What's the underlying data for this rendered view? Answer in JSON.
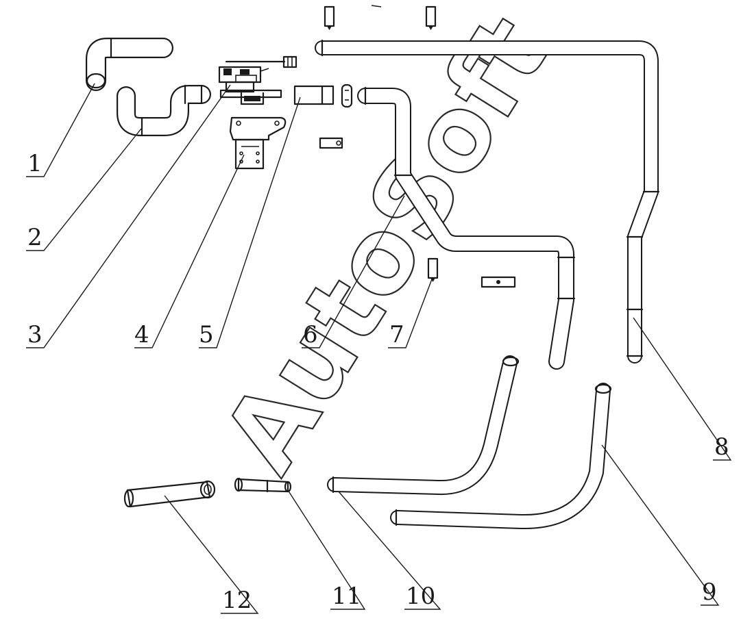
{
  "watermark": "AutoSoft",
  "callouts": [
    {
      "id": "1",
      "label": "1"
    },
    {
      "id": "2",
      "label": "2"
    },
    {
      "id": "3",
      "label": "3"
    },
    {
      "id": "4",
      "label": "4"
    },
    {
      "id": "5",
      "label": "5"
    },
    {
      "id": "6",
      "label": "6"
    },
    {
      "id": "7",
      "label": "7"
    },
    {
      "id": "8",
      "label": "8"
    },
    {
      "id": "9",
      "label": "9"
    },
    {
      "id": "10",
      "label": "10"
    },
    {
      "id": "11",
      "label": "11"
    },
    {
      "id": "12",
      "label": "12"
    }
  ],
  "colors": {
    "line": "#1a1a1a",
    "background": "#ffffff"
  }
}
